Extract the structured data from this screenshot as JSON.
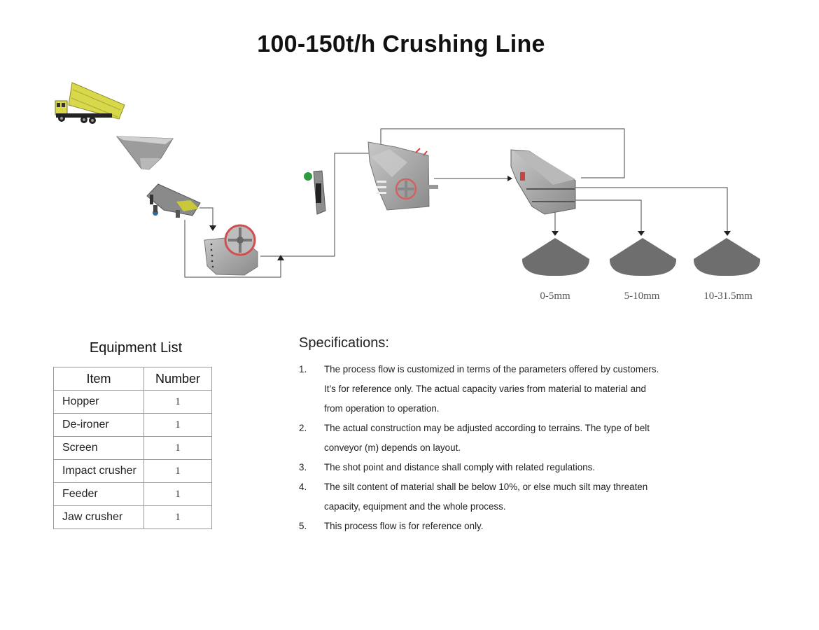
{
  "title": "100-150t/h Crushing Line",
  "diagram": {
    "equipment": [
      {
        "name": "dump-truck"
      },
      {
        "name": "hopper"
      },
      {
        "name": "vibrating-feeder"
      },
      {
        "name": "jaw-crusher"
      },
      {
        "name": "de-ironer"
      },
      {
        "name": "impact-crusher"
      },
      {
        "name": "vibrating-screen"
      }
    ],
    "outputs": [
      "0-5mm",
      "5-10mm",
      "10-31.5mm"
    ],
    "colors": {
      "truck": "#d8d84a",
      "steel": "#a8a8a8",
      "pile": "#6e6e6e",
      "flywheel": "#d45a5a",
      "line": "#333333"
    }
  },
  "equipment_list": {
    "title": "Equipment List",
    "headers": [
      "Item",
      "Number"
    ],
    "rows": [
      {
        "item": "Hopper",
        "number": "1"
      },
      {
        "item": "De-ironer",
        "number": "1"
      },
      {
        "item": "Screen",
        "number": "1"
      },
      {
        "item": "Impact crusher",
        "number": "1"
      },
      {
        "item": "Feeder",
        "number": "1"
      },
      {
        "item": "Jaw crusher",
        "number": "1"
      }
    ]
  },
  "specifications": {
    "title": "Specifications:",
    "items": [
      {
        "n": "1.",
        "lines": [
          "The process flow is customized in terms of the parameters offered by customers.",
          "It’s for reference only. The actual capacity varies from material to material and",
          "from operation to operation."
        ]
      },
      {
        "n": "2.",
        "lines": [
          "The actual construction may be adjusted according to terrains. The type of belt",
          "conveyor (m) depends on layout."
        ]
      },
      {
        "n": "3.",
        "lines": [
          "The shot point and distance shall comply with related regulations."
        ]
      },
      {
        "n": "4.",
        "lines": [
          "The silt content of material shall be below 10%, or else much silt may threaten",
          "capacity, equipment and the whole process."
        ]
      },
      {
        "n": "5.",
        "lines": [
          "This process flow is for reference only."
        ]
      }
    ]
  }
}
